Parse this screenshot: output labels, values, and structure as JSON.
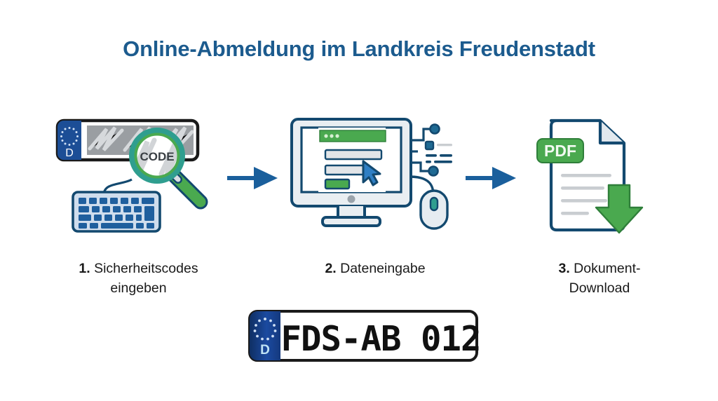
{
  "page": {
    "title": "Online-Abmeldung im Landkreis Freudenstadt",
    "background_color": "#ffffff"
  },
  "colors": {
    "title_blue": "#1c5b8e",
    "arrow_blue": "#1a5f9c",
    "outline_navy": "#13496f",
    "accent_green": "#4aa css",
    "green": "#4aa94f",
    "teal": "#2f9e8f",
    "eu_blue": "#1c4e96",
    "device_light": "#e9eef2",
    "gray_text": "#c9cdd1"
  },
  "steps": [
    {
      "index": "1.",
      "caption_line1": "Sicherheitscodes",
      "caption_line2": "eingeben",
      "icon": "license-plate-magnifier-keyboard",
      "plate": {
        "country_letter": "D",
        "code_label": "CODE"
      }
    },
    {
      "index": "2.",
      "caption_line1": "Dateneingabe",
      "caption_line2": "",
      "icon": "monitor-form-mouse"
    },
    {
      "index": "3.",
      "caption_line1": "Dokument-",
      "caption_line2": "Download",
      "icon": "pdf-document-download",
      "document": {
        "badge": "PDF"
      }
    }
  ],
  "arrows": [
    {
      "name": "arrow-step1-to-step2",
      "direction": "right"
    },
    {
      "name": "arrow-step2-to-step3",
      "direction": "right"
    }
  ],
  "bottom_plate": {
    "country_letter": "D",
    "registration": "FDS-AB 012"
  }
}
